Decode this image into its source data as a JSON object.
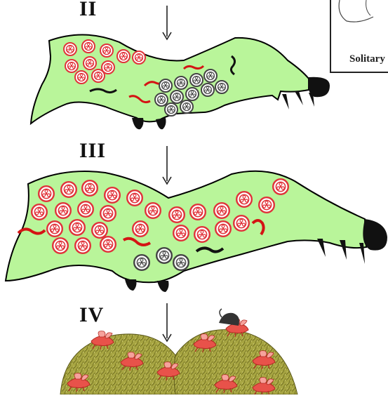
{
  "stages": {
    "stage_ii": "II",
    "stage_iii": "III",
    "stage_iv": "IV"
  },
  "inset": {
    "label": "Solitary"
  },
  "colors": {
    "larva_body": "#b9f59a",
    "outline": "#000000",
    "red_cell": "#e0333a",
    "grey_cell": "#555555",
    "red_worm": "#d41414",
    "cocoon": "#9a9a3a",
    "wasp": "#e8524a"
  }
}
